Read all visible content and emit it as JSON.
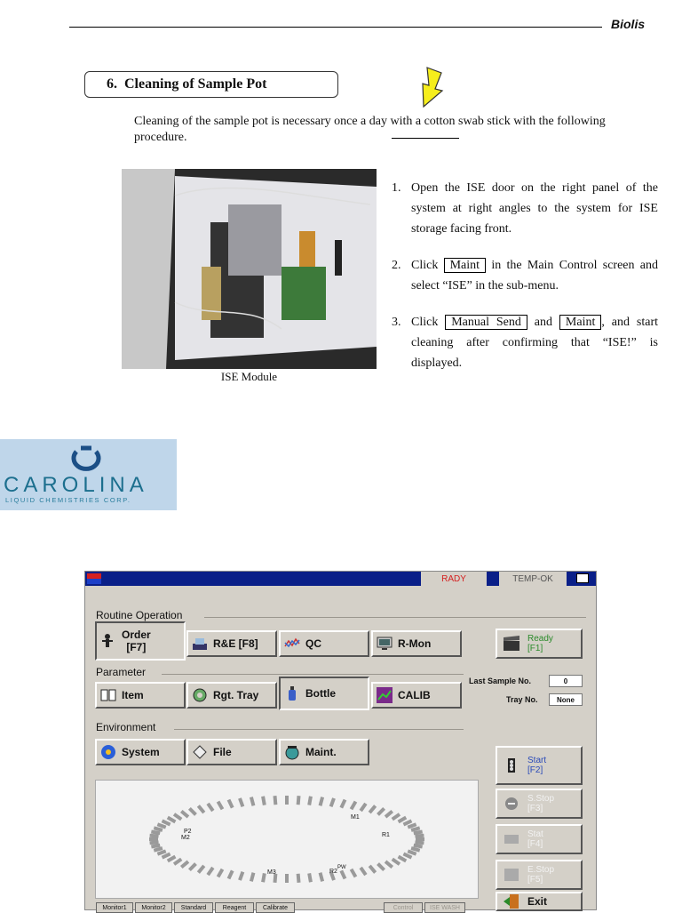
{
  "header": {
    "brand": "Biolis"
  },
  "section": {
    "number": "6.",
    "title": "Cleaning of Sample Pot"
  },
  "intro": "Cleaning of the sample pot is necessary once a day with a cotton swab stick with the following procedure.",
  "photo": {
    "caption": "ISE Module"
  },
  "steps": [
    {
      "num": "1.",
      "pre": "Open the ISE door on the right panel of the system at right angles to the system for ISE storage facing front."
    },
    {
      "num": "2.",
      "pre": "Click ",
      "key1": "Maint",
      "post": " in the Main Control screen and select “ISE” in the sub-menu."
    },
    {
      "num": "3.",
      "pre": "Click ",
      "key1": "Manual Send",
      "mid": " and ",
      "key2": "Maint",
      "post": ", and start cleaning after confirming that “ISE!” is displayed."
    }
  ],
  "logo": {
    "wordmark": "CAROLINA",
    "tagline": "LIQUID CHEMISTRIES CORP."
  },
  "software": {
    "status_rady": "RADY",
    "status_temp": "TEMP-OK",
    "groups": {
      "routine": "Routine Operation",
      "parameter": "Parameter",
      "environment": "Environment"
    },
    "buttons": {
      "order": "Order",
      "order_key": "[F7]",
      "re": "R&E [F8]",
      "qc": "QC",
      "rmon": "R-Mon",
      "item": "Item",
      "rgt_tray": "Rgt. Tray",
      "bottle": "Bottle",
      "calib": "CALIB",
      "system": "System",
      "file": "File",
      "maint": "Maint."
    },
    "side": {
      "ready": "Ready",
      "ready_key": "[F1]",
      "start": "Start",
      "start_key": "[F2]",
      "sstop": "S.Stop",
      "sstop_key": "[F3]",
      "stat": "Stat",
      "stat_key": "[F4]",
      "estop": "E.Stop",
      "estop_key": "[F5]",
      "exit": "Exit"
    },
    "last_sample_label": "Last Sample No.",
    "last_sample_value": "0",
    "tray_no_label": "Tray No.",
    "tray_no_value": "None",
    "tray_labels": {
      "m1": "M1",
      "p2": "P2",
      "m2": "M2",
      "r1": "R1",
      "m3": "M3",
      "r2": "R2",
      "pw": "PW"
    },
    "tabs": [
      "Monitor1",
      "Monitor2",
      "Standard",
      "Reagent",
      "Calibrate"
    ],
    "tabs_right": [
      "Control",
      "ISE WASH"
    ]
  }
}
